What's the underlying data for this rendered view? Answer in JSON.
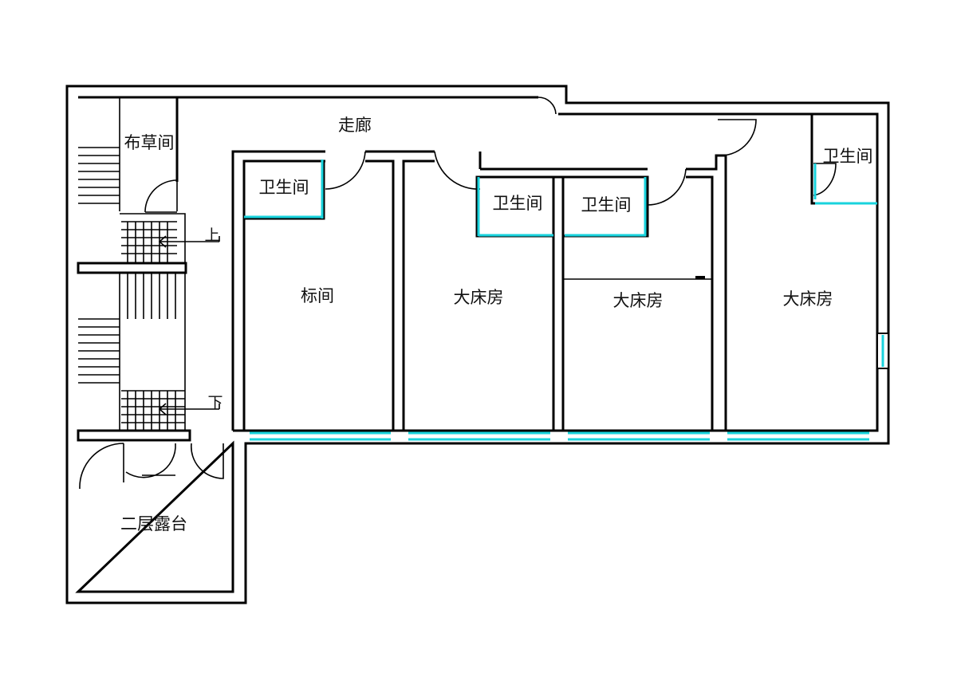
{
  "colors": {
    "wall": "#000000",
    "window": "#19d3dd",
    "background": "#ffffff"
  },
  "labels": {
    "corridor": "走廊",
    "linen_room": "布草间",
    "terrace": "二层露台",
    "stair_up": "上",
    "stair_down": "下",
    "bath_1": "卫生间",
    "bath_2": "卫生间",
    "bath_3": "卫生间",
    "bath_4": "卫生间",
    "twin_room": "标间",
    "king_room_1": "大床房",
    "king_room_2": "大床房",
    "king_room_3": "大床房"
  }
}
